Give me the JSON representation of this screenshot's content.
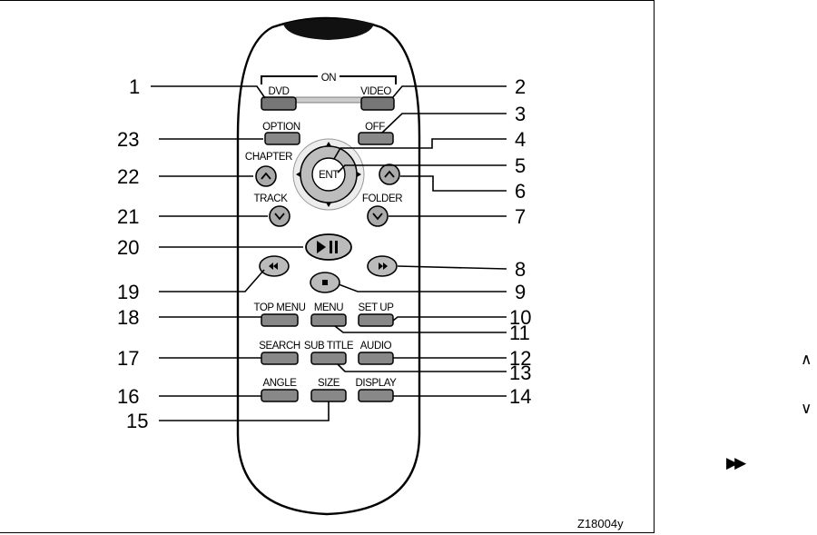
{
  "figure": {
    "code": "Z18004y",
    "button_labels": {
      "on": "ON",
      "dvd": "DVD",
      "video": "VIDEO",
      "option": "OPTION",
      "off": "OFF",
      "ent": "ENT",
      "chapter": "CHAPTER",
      "track": "TRACK",
      "folder": "FOLDER",
      "top_menu": "TOP MENU",
      "menu": "MENU",
      "set_up": "SET UP",
      "search": "SEARCH",
      "sub_title": "SUB TITLE",
      "audio": "AUDIO",
      "angle": "ANGLE",
      "size": "SIZE",
      "display": "DISPLAY"
    },
    "callouts": {
      "c1": "1",
      "c2": "2",
      "c3": "3",
      "c4": "4",
      "c5": "5",
      "c6": "6",
      "c7": "7",
      "c8": "8",
      "c9": "9",
      "c10": "10",
      "c11": "11",
      "c12": "12",
      "c13": "13",
      "c14": "14",
      "c15": "15",
      "c16": "16",
      "c17": "17",
      "c18": "18",
      "c19": "19",
      "c20": "20",
      "c21": "21",
      "c22": "22",
      "c23": "23"
    }
  },
  "side_panel": {
    "up_symbol": "∧",
    "down_symbol": "∨",
    "fast_forward_symbol": "▶▶"
  }
}
